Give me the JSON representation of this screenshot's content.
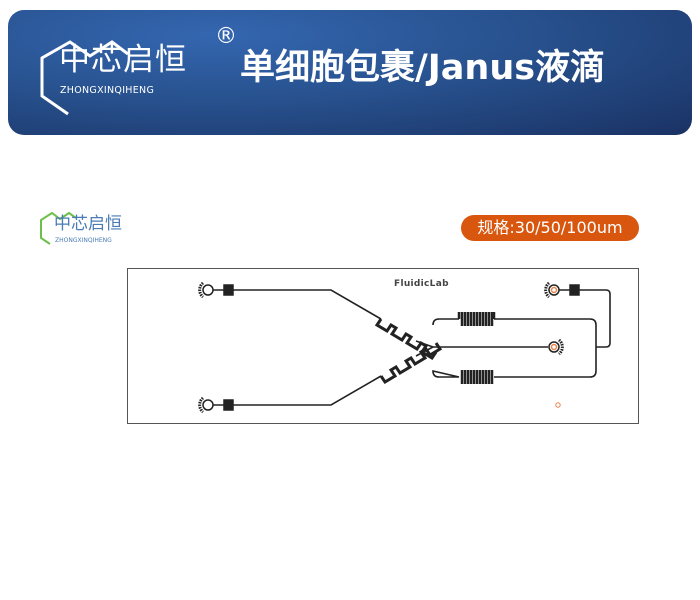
{
  "banner": {
    "logo_cn": "中芯启恒",
    "logo_en": "ZHONGXINQIHENG",
    "registered_mark": "®",
    "title": "单细胞包裹/Janus液滴"
  },
  "content": {
    "logo_cn": "中芯启恒",
    "logo_en": "ZHONGXINQIHENG",
    "spec_badge": "规格:30/50/100um",
    "chip_brand": "FluidicLab",
    "colors": {
      "badge": "#d9560f",
      "banner": "#28528f",
      "port_accent": "#e8834a"
    }
  }
}
